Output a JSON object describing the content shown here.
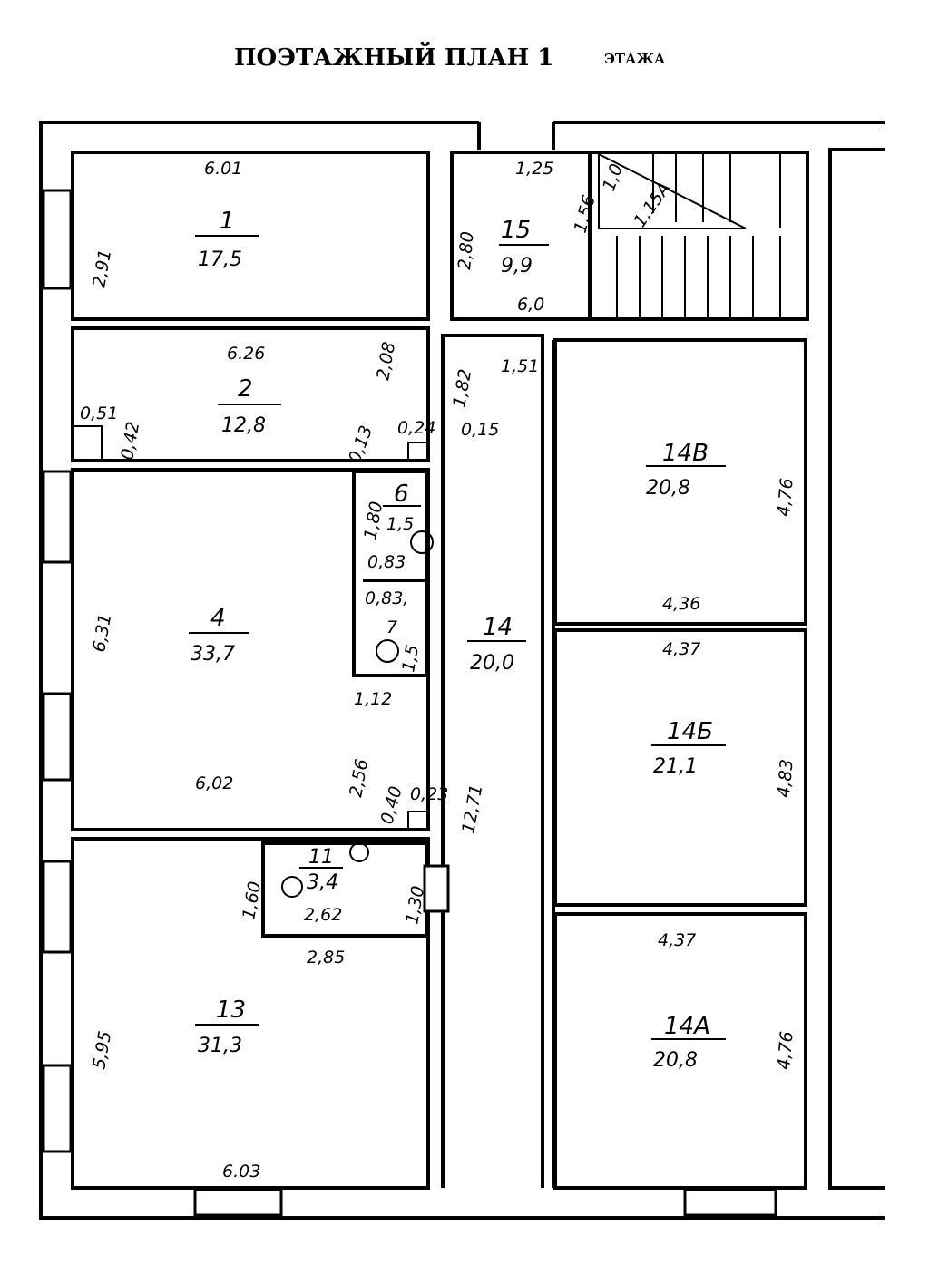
{
  "title": {
    "main": "ПОЭТАЖНЫЙ ПЛАН 1",
    "suffix": "ЭТАЖА"
  },
  "rooms": [
    {
      "number": "1",
      "area": "17,5"
    },
    {
      "number": "2",
      "area": "12,8"
    },
    {
      "number": "4",
      "area": "33,7"
    },
    {
      "number": "6",
      "area": "1,5"
    },
    {
      "number": "7",
      "area": "1,5"
    },
    {
      "number": "11",
      "area": "3,4"
    },
    {
      "number": "13",
      "area": "31,3"
    },
    {
      "number": "14",
      "area": "20,0"
    },
    {
      "number": "14В",
      "area": "20,8"
    },
    {
      "number": "14Б",
      "area": "21,1"
    },
    {
      "number": "14А",
      "area": "20,8"
    },
    {
      "number": "15",
      "area": "9,9"
    }
  ],
  "dims": [
    "6.01",
    "2,91",
    "6.26",
    "2,08",
    "0,51",
    "0,42",
    "0,13",
    "0,24",
    "1,80",
    "0,83",
    "0,83,",
    "1,12",
    "6,31",
    "6,02",
    "2,56",
    "0,40",
    "0,23",
    "1,60",
    "2,62",
    "1,30",
    "2,85",
    "5,95",
    "6.03",
    "12,71",
    "1,82",
    "0,15",
    "1,51",
    "6,0",
    "2,80",
    "1,25",
    "1,56",
    "1,0",
    "1,15А",
    "4,76",
    "4,36",
    "4,37",
    "4,83",
    "4,37",
    "4,76"
  ]
}
